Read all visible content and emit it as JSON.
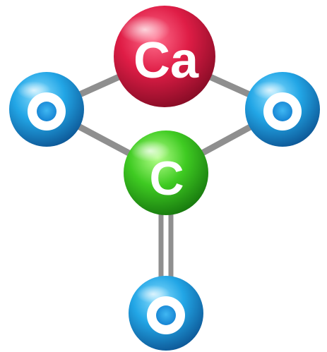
{
  "molecule": {
    "atoms": [
      {
        "id": "ca",
        "symbol": "Ca",
        "color": "#d6163d"
      },
      {
        "id": "o-left",
        "symbol": "O",
        "color": "#1e9fe0"
      },
      {
        "id": "o-right",
        "symbol": "O",
        "color": "#1e9fe0"
      },
      {
        "id": "c",
        "symbol": "C",
        "color": "#3cc81e"
      },
      {
        "id": "o-bottom",
        "symbol": "O",
        "color": "#1e9fe0"
      }
    ],
    "bonds": [
      {
        "from": "ca",
        "to": "o-left",
        "order": 1
      },
      {
        "from": "ca",
        "to": "o-right",
        "order": 1
      },
      {
        "from": "o-left",
        "to": "c",
        "order": 1
      },
      {
        "from": "o-right",
        "to": "c",
        "order": 1
      },
      {
        "from": "c",
        "to": "o-bottom",
        "order": 2
      }
    ],
    "bond_color": "#8f8f8f"
  }
}
